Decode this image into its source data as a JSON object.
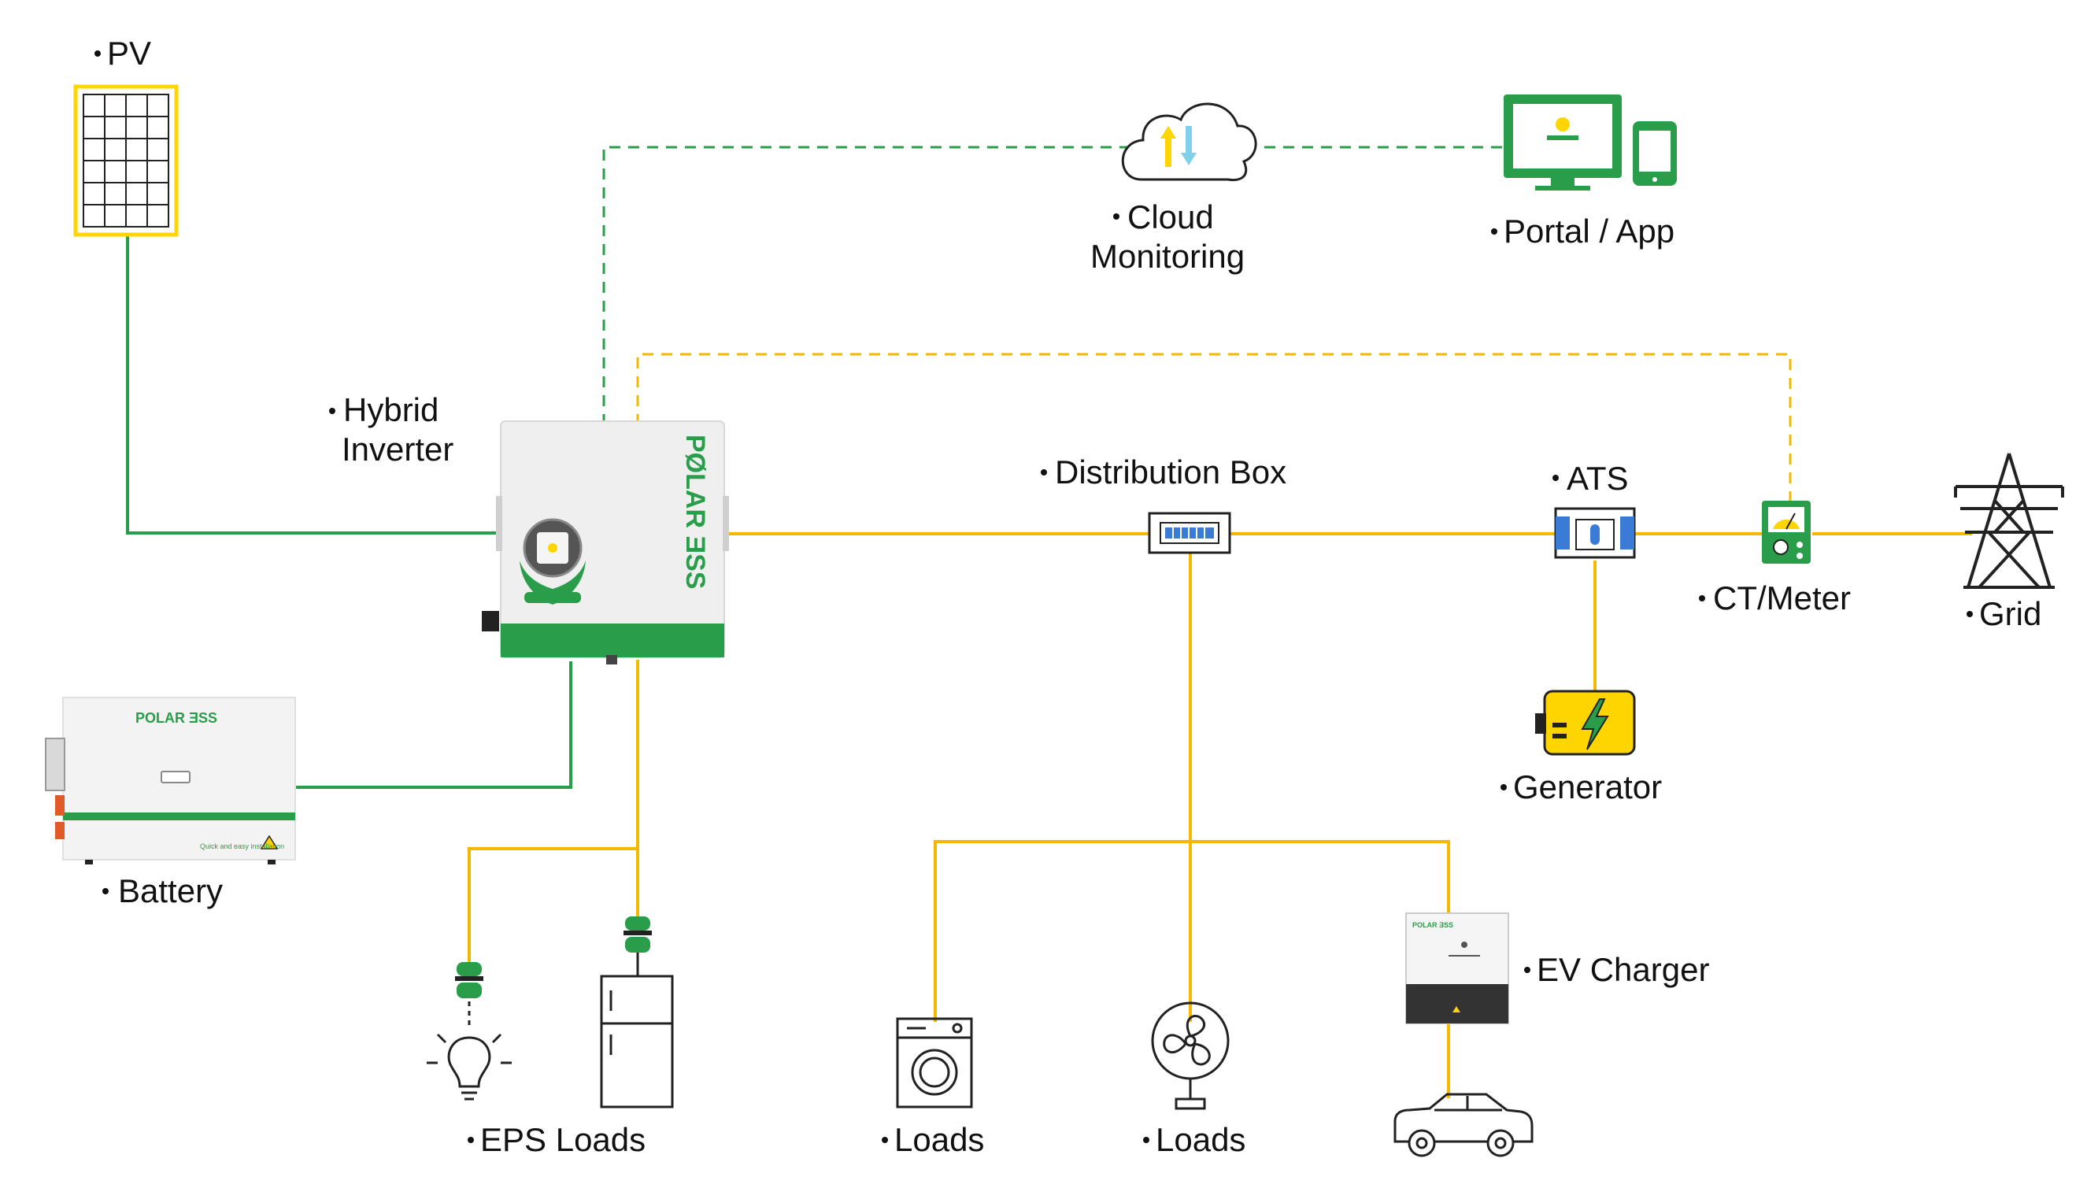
{
  "labels": {
    "pv": "PV",
    "cloud_1": "Cloud",
    "cloud_2": "Monitoring",
    "portal": "Portal / App",
    "inverter_1": "Hybrid",
    "inverter_2": "Inverter",
    "distribution_box": "Distribution Box",
    "ats": "ATS",
    "ct_meter": "CT/Meter",
    "grid": "Grid",
    "generator": "Generator",
    "battery": "Battery",
    "eps_loads": "EPS Loads",
    "loads_1": "Loads",
    "loads_2": "Loads",
    "ev_charger": "EV Charger"
  },
  "brand": {
    "inverter": "PØLAR ƎSS",
    "battery": "POLAR ƎSS",
    "battery_tagline": "Quick and easy installation",
    "ev_charger": "POLAR ƎSS"
  },
  "colors": {
    "power_line": "#f5b800",
    "dc_line": "#2a9d4a",
    "comm_line_green": "#2a9d4a",
    "comm_line_yellow": "#f5b800",
    "accent_green": "#2a9d4a",
    "accent_yellow": "#ffd500"
  }
}
